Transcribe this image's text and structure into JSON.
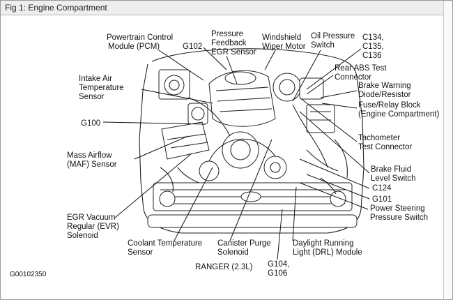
{
  "window": {
    "title": "Fig 1: Engine Compartment"
  },
  "figure_id": "G00102350",
  "caption": "RANGER (2.3L)",
  "labels": {
    "pcm": [
      "Powertrain Control",
      "Module (PCM)"
    ],
    "g102": [
      "G102"
    ],
    "pfe": [
      "Pressure",
      "Feedback",
      "EGR Sensor"
    ],
    "wiper": [
      "Windshield",
      "Wiper Motor"
    ],
    "oil": [
      "Oil Pressure",
      "Switch"
    ],
    "c134": [
      "C134,",
      "C135,",
      "C136"
    ],
    "iat": [
      "Intake Air",
      "Temperature",
      "Sensor"
    ],
    "abs": [
      "Rear ABS Test",
      "Connector"
    ],
    "brakewarn": [
      "Brake Warning",
      "Diode/Resistor"
    ],
    "fuse": [
      "Fuse/Relay Block",
      "(Engine Compartment)"
    ],
    "g100": [
      "G100"
    ],
    "tach": [
      "Tachometer",
      "Test Connector"
    ],
    "maf": [
      "Mass Airflow",
      "(MAF) Sensor"
    ],
    "brakefluid": [
      "Brake Fluid",
      "Level Switch"
    ],
    "c124": [
      "C124"
    ],
    "g101": [
      "G101"
    ],
    "ps": [
      "Power Steering",
      "Pressure Switch"
    ],
    "egrv": [
      "EGR Vacuum",
      "Regular (EVR)",
      "Solenoid"
    ],
    "coolant": [
      "Coolant Temperature",
      "Sensor"
    ],
    "canister": [
      "Canister Purge",
      "Solenoid"
    ],
    "drl": [
      "Daylight Running",
      "Light (DRL) Module"
    ],
    "g104": [
      "G104,",
      "G106"
    ]
  }
}
